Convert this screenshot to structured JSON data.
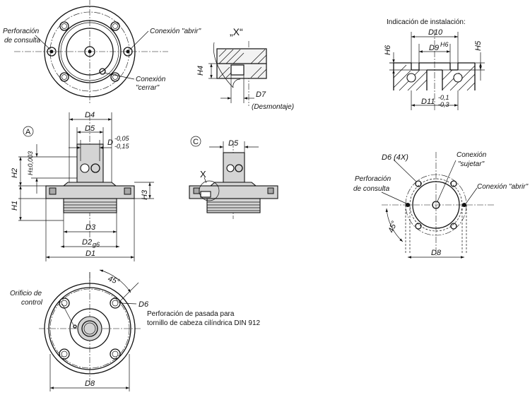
{
  "views": {
    "top_view_1": {
      "label_consult_hole": [
        "Perforación",
        "de consulta"
      ],
      "label_open": "Conexión \"abrir\"",
      "label_close": [
        "Conexión",
        "\"cerrar\""
      ]
    },
    "detail_x": {
      "title": "„X“",
      "h4": "H4",
      "d7": "D7",
      "d7_note": "(Desmontaje)"
    },
    "installation": {
      "title": "Indicación de instalación:",
      "d10": "D10",
      "d9": "D9",
      "d9_tol": "H6",
      "h6": "H6",
      "h5": "H5",
      "d11": "D11",
      "d11_tol_upper": "-0,1",
      "d11_tol_lower": "-0,3"
    },
    "side_view_a": {
      "marker": "A",
      "d4": "D4",
      "d5": "D5",
      "d": "D",
      "d_tol_upper": "-0,05",
      "d_tol_lower": "-0,15",
      "h_tol": "H±0,003",
      "h2": "H2",
      "h1": "H1",
      "h3": "H3",
      "d3": "D3",
      "d2": "D2",
      "d2_tol": "g6",
      "d1": "D1"
    },
    "side_view_c": {
      "marker": "C",
      "d5": "D5",
      "x_label": "X"
    },
    "right_view": {
      "d6": "D6 (4X)",
      "label_hold": [
        "Conexión",
        "\"sujetar\""
      ],
      "label_consult_hole": [
        "Perforación",
        "de consulta"
      ],
      "label_open": "Conexión \"abrir\"",
      "angle": "45°",
      "d8": "D8"
    },
    "bottom_view": {
      "angle": "45°",
      "label_control": [
        "Orificio de",
        "control"
      ],
      "d6": "D6",
      "d6_note": [
        "Perforación de pasada para",
        "tornillo de cabeza cilíndrica DIN 912"
      ],
      "d8": "D8"
    }
  }
}
